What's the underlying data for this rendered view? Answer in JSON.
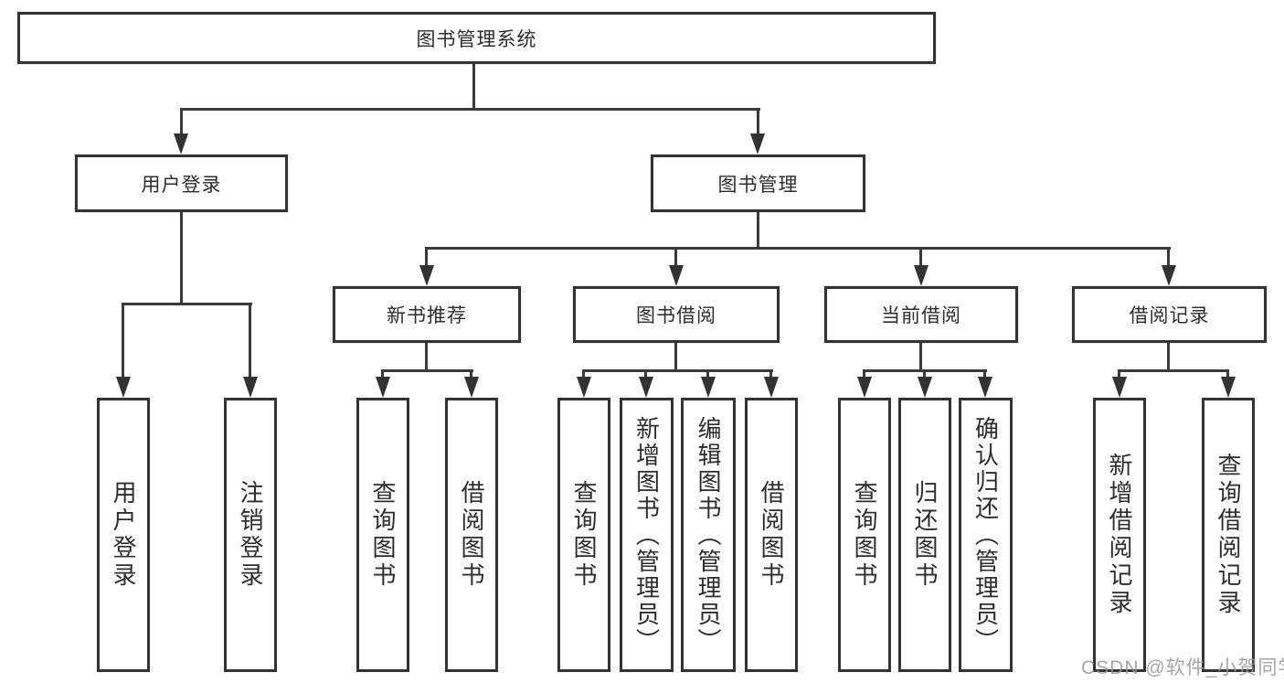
{
  "tree": {
    "label": "图书管理系统",
    "children": [
      {
        "label": "用户登录",
        "children": [
          {
            "label": "用户登录"
          },
          {
            "label": "注销登录"
          }
        ]
      },
      {
        "label": "图书管理",
        "children": [
          {
            "label": "新书推荐",
            "children": [
              {
                "label": "查询图书"
              },
              {
                "label": "借阅图书"
              }
            ]
          },
          {
            "label": "图书借阅",
            "children": [
              {
                "label": "查询图书"
              },
              {
                "label": "新增图书（管理员）"
              },
              {
                "label": "编辑图书（管理员）"
              },
              {
                "label": "借阅图书"
              }
            ]
          },
          {
            "label": "当前借阅",
            "children": [
              {
                "label": "查询图书"
              },
              {
                "label": "归还图书"
              },
              {
                "label": "确认归还（管理员）"
              }
            ]
          },
          {
            "label": "借阅记录",
            "children": [
              {
                "label": "新增借阅记录"
              },
              {
                "label": "查询借阅记录"
              }
            ]
          }
        ]
      }
    ]
  },
  "watermark": {
    "text": "CSDN @软件_小贺同学"
  },
  "colors": {
    "line": "#3a3a3a",
    "box_border": "#333333",
    "text": "#2d2d2d",
    "watermark": "#969696",
    "background": "#ffffff"
  }
}
